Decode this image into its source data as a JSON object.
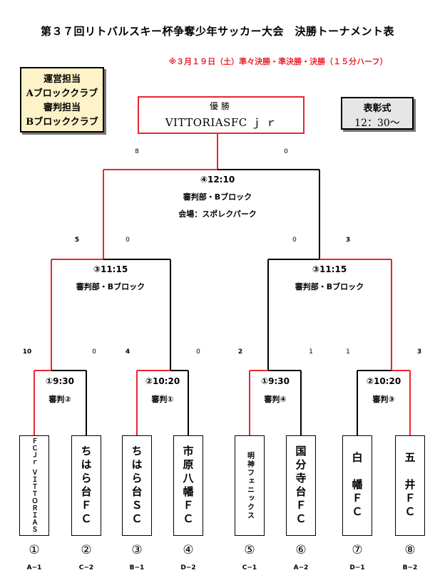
{
  "title": "第３７回リトバルスキー杯争奪少年サッカー大会　決勝トーナメント表",
  "subtitle": "※３月１９日（土）準々決勝・準決勝・決勝（１５分ハーフ）",
  "info_box": [
    "運営担当",
    "Aブロッククラブ",
    "審判担当",
    "Bブロッククラブ"
  ],
  "ceremony": {
    "label": "表彰式",
    "time": "12：30〜"
  },
  "winner": {
    "label": "優勝",
    "team": "VITTORIASFC ｊ ｒ"
  },
  "final": {
    "time": "④12:10",
    "referee": "審判部・Bブロック",
    "venue": "会場：スポレクパーク",
    "score_left": "8",
    "score_right": "0"
  },
  "semifinals": [
    {
      "time": "③11:15",
      "referee": "審判部・Bブロック",
      "score_left": "5",
      "score_right": "0"
    },
    {
      "time": "③11:15",
      "referee": "審判部・Bブロック",
      "score_left": "0",
      "score_right": "3"
    }
  ],
  "quarterfinals": [
    {
      "time": "①9:30",
      "referee": "審判②",
      "score_left": "10",
      "score_right": "0"
    },
    {
      "time": "②10:20",
      "referee": "審判①",
      "score_left": "4",
      "score_right": "0"
    },
    {
      "time": "①9:30",
      "referee": "審判④",
      "score_left": "2",
      "score_right": "1"
    },
    {
      "time": "②10:20",
      "referee": "審判③",
      "score_left": "1",
      "score_right": "3"
    }
  ],
  "teams": [
    {
      "name": "ＦＣＪｒ ＶＩＴＴＯＲＩＡＳ",
      "number": "①",
      "group": "A−1"
    },
    {
      "name": "ちはら台ＦＣ",
      "number": "②",
      "group": "C−2"
    },
    {
      "name": "ちはら台ＳＣ",
      "number": "③",
      "group": "B−1"
    },
    {
      "name": "市原八幡ＦＣ",
      "number": "④",
      "group": "D−2"
    },
    {
      "name": "明神フェニックス",
      "number": "⑤",
      "group": "C−1"
    },
    {
      "name": "国分寺台ＦＣ",
      "number": "⑥",
      "group": "A−2"
    },
    {
      "name": "白　幡ＦＣ",
      "number": "⑦",
      "group": "D−1"
    },
    {
      "name": "五　井ＦＣ",
      "number": "⑧",
      "group": "B−2"
    }
  ],
  "colors": {
    "win_line": "#e8262d",
    "line": "#000000",
    "info_bg": "#fdf2c8",
    "ceremony_bg": "#e6e6e6"
  }
}
